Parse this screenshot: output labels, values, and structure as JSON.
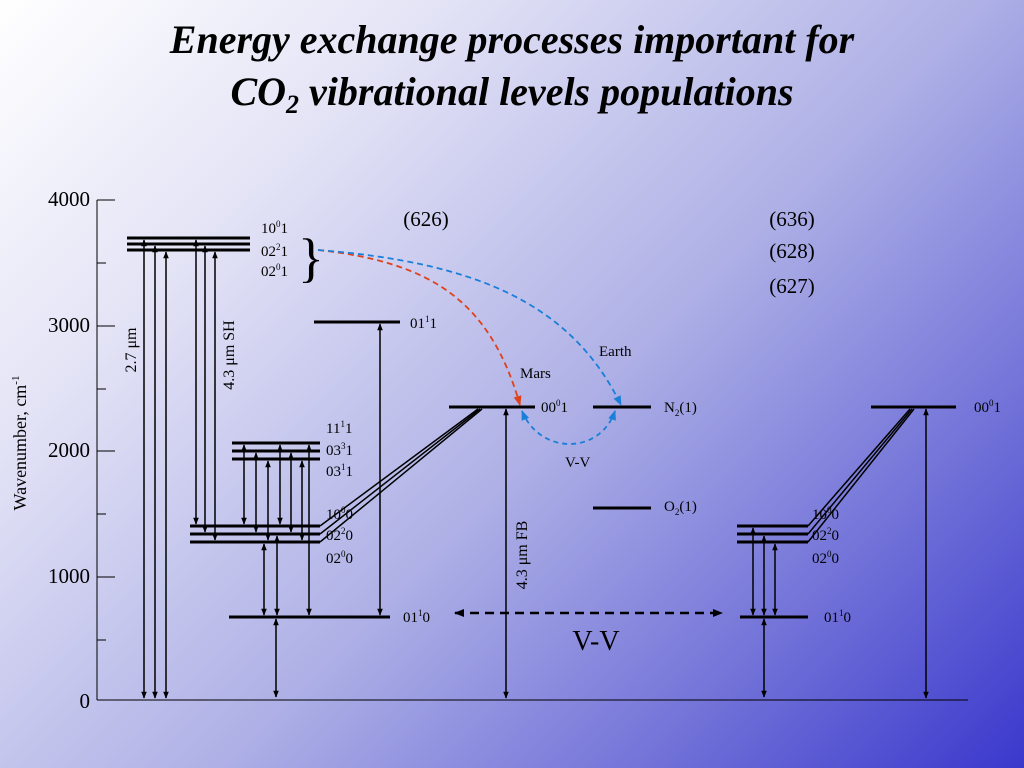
{
  "title": {
    "line1": "Energy exchange processes important for",
    "line2_prefix": "CO",
    "line2_sub": "2",
    "line2_suffix": " vibrational levels populations"
  },
  "axis": {
    "label": "Wavenumber, cm",
    "label_sup": "-1",
    "ticks": [
      "4000",
      "3000",
      "2000",
      "1000",
      "0"
    ]
  },
  "isotopes": {
    "main": "(626)",
    "others": [
      "(636)",
      "(628)",
      "(627)"
    ]
  },
  "levels": {
    "l1001": {
      "base": "10",
      "sup": "0",
      "end": "1"
    },
    "l0221": {
      "base": "02",
      "sup": "2",
      "end": "1"
    },
    "l0201": {
      "base": "02",
      "sup": "0",
      "end": "1"
    },
    "l0111": {
      "base": "01",
      "sup": "1",
      "end": "1"
    },
    "l1111": {
      "base": "11",
      "sup": "1",
      "end": "1"
    },
    "l0331": {
      "base": "03",
      "sup": "3",
      "end": "1"
    },
    "l0311": {
      "base": "03",
      "sup": "1",
      "end": "1"
    },
    "l1000": {
      "base": "10",
      "sup": "0",
      "end": "0"
    },
    "l0220": {
      "base": "02",
      "sup": "2",
      "end": "0"
    },
    "l0200": {
      "base": "02",
      "sup": "0",
      "end": "0"
    },
    "l0110": {
      "base": "01",
      "sup": "1",
      "end": "0"
    },
    "l0001": {
      "base": "00",
      "sup": "0",
      "end": "1"
    }
  },
  "n2": {
    "base": "N",
    "sub": "2",
    "end": "(1)"
  },
  "o2": {
    "base": "O",
    "sub": "2",
    "end": "(1)"
  },
  "bands": {
    "band_27": "2.7 μm",
    "band_43sh": "4.3 μm SH",
    "band_43fb": "4.3 μm FB"
  },
  "process_labels": {
    "mars": "Mars",
    "earth": "Earth",
    "vv_small": "V-V",
    "vv_large": "V-V"
  },
  "colors": {
    "mars_arrow": "#e0401a",
    "earth_arrow": "#1a7fd8"
  }
}
